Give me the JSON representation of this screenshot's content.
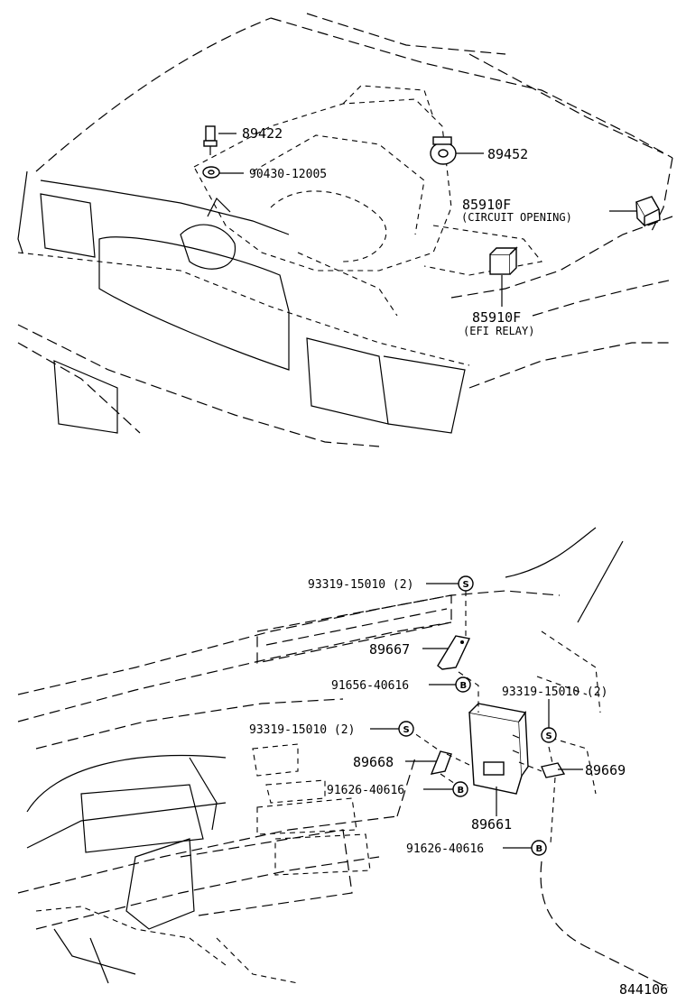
{
  "callouts": {
    "p89422": "89422",
    "p90430": "90430-12005",
    "p89452": "89452",
    "p85910f_top": "85910F",
    "p85910f_top_note": "(CIRCUIT OPENING)",
    "p85910f_bottom": "85910F",
    "p85910f_bottom_note": "(EFI RELAY)",
    "p93319_a": "93319-15010 (2)",
    "p89667": "89667",
    "p91656": "91656-40616",
    "p93319_b": "93319-15010 (2)",
    "p93319_c": "93319-15010 (2)",
    "p89668": "89668",
    "p89669": "89669",
    "p91626_a": "91626-40616",
    "p89661": "89661",
    "p91626_b": "91626-40616"
  },
  "badges": {
    "screw": "S",
    "bolt": "B"
  },
  "figure_number": "844106"
}
